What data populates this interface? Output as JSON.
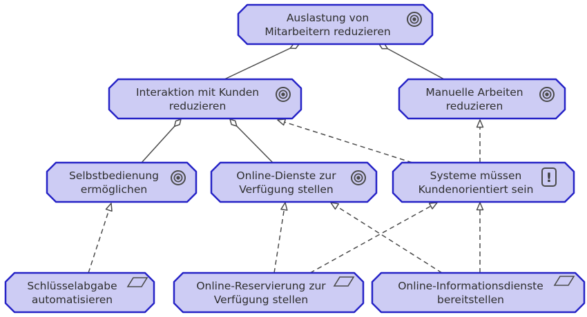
{
  "colors": {
    "node_fill": "#cdccf4",
    "node_border": "#2522c6",
    "edge_color": "#4a4a4a",
    "text_color": "#2e2e2e",
    "icon_color": "#4a4a4a"
  },
  "icons": {
    "goal": "bullseye-circles",
    "principle": "exclamation-in-rounded-box",
    "requirement": "parallelogram",
    "principle_glyph": "!"
  },
  "nodes": [
    {
      "id": "auslastung",
      "line1": "Auslastung von",
      "line2": "Mitarbeitern reduzieren",
      "icon": "goal"
    },
    {
      "id": "interaktion",
      "line1": "Interaktion mit Kunden",
      "line2": "reduzieren",
      "icon": "goal"
    },
    {
      "id": "manuelle",
      "line1": "Manuelle Arbeiten",
      "line2": "reduzieren",
      "icon": "goal"
    },
    {
      "id": "selbstbedienung",
      "line1": "Selbstbedienung",
      "line2": "ermöglichen",
      "icon": "goal"
    },
    {
      "id": "online-dienste",
      "line1": "Online-Dienste zur",
      "line2": "Verfügung stellen",
      "icon": "goal"
    },
    {
      "id": "systeme-kundenorientiert",
      "line1": "Systeme müssen",
      "line2": "Kundenorientiert sein",
      "icon": "principle"
    },
    {
      "id": "schluesselabgabe",
      "line1": "Schlüsselabgabe",
      "line2": "automatisieren",
      "icon": "requirement"
    },
    {
      "id": "online-reservierung",
      "line1": "Online-Reservierung zur",
      "line2": "Verfügung stellen",
      "icon": "requirement"
    },
    {
      "id": "online-informationsdienste",
      "line1": "Online-Informationsdienste",
      "line2": "bereitstellen",
      "icon": "requirement"
    }
  ],
  "edges": [
    {
      "from": "interaktion",
      "to": "auslastung",
      "type": "aggregation",
      "style": "solid-open-diamond"
    },
    {
      "from": "manuelle",
      "to": "auslastung",
      "type": "aggregation",
      "style": "solid-open-diamond"
    },
    {
      "from": "selbstbedienung",
      "to": "interaktion",
      "type": "aggregation",
      "style": "solid-open-diamond"
    },
    {
      "from": "online-dienste",
      "to": "interaktion",
      "type": "aggregation",
      "style": "solid-open-diamond"
    },
    {
      "from": "systeme-kundenorientiert",
      "to": "interaktion",
      "type": "realization",
      "style": "dashed-open-triangle"
    },
    {
      "from": "systeme-kundenorientiert",
      "to": "manuelle",
      "type": "realization",
      "style": "dashed-open-triangle"
    },
    {
      "from": "schluesselabgabe",
      "to": "selbstbedienung",
      "type": "realization",
      "style": "dashed-open-triangle"
    },
    {
      "from": "online-reservierung",
      "to": "online-dienste",
      "type": "realization",
      "style": "dashed-open-triangle"
    },
    {
      "from": "online-reservierung",
      "to": "systeme-kundenorientiert",
      "type": "realization",
      "style": "dashed-open-triangle"
    },
    {
      "from": "online-informationsdienste",
      "to": "online-dienste",
      "type": "realization",
      "style": "dashed-open-triangle"
    },
    {
      "from": "online-informationsdienste",
      "to": "systeme-kundenorientiert",
      "type": "realization",
      "style": "dashed-open-triangle"
    }
  ]
}
